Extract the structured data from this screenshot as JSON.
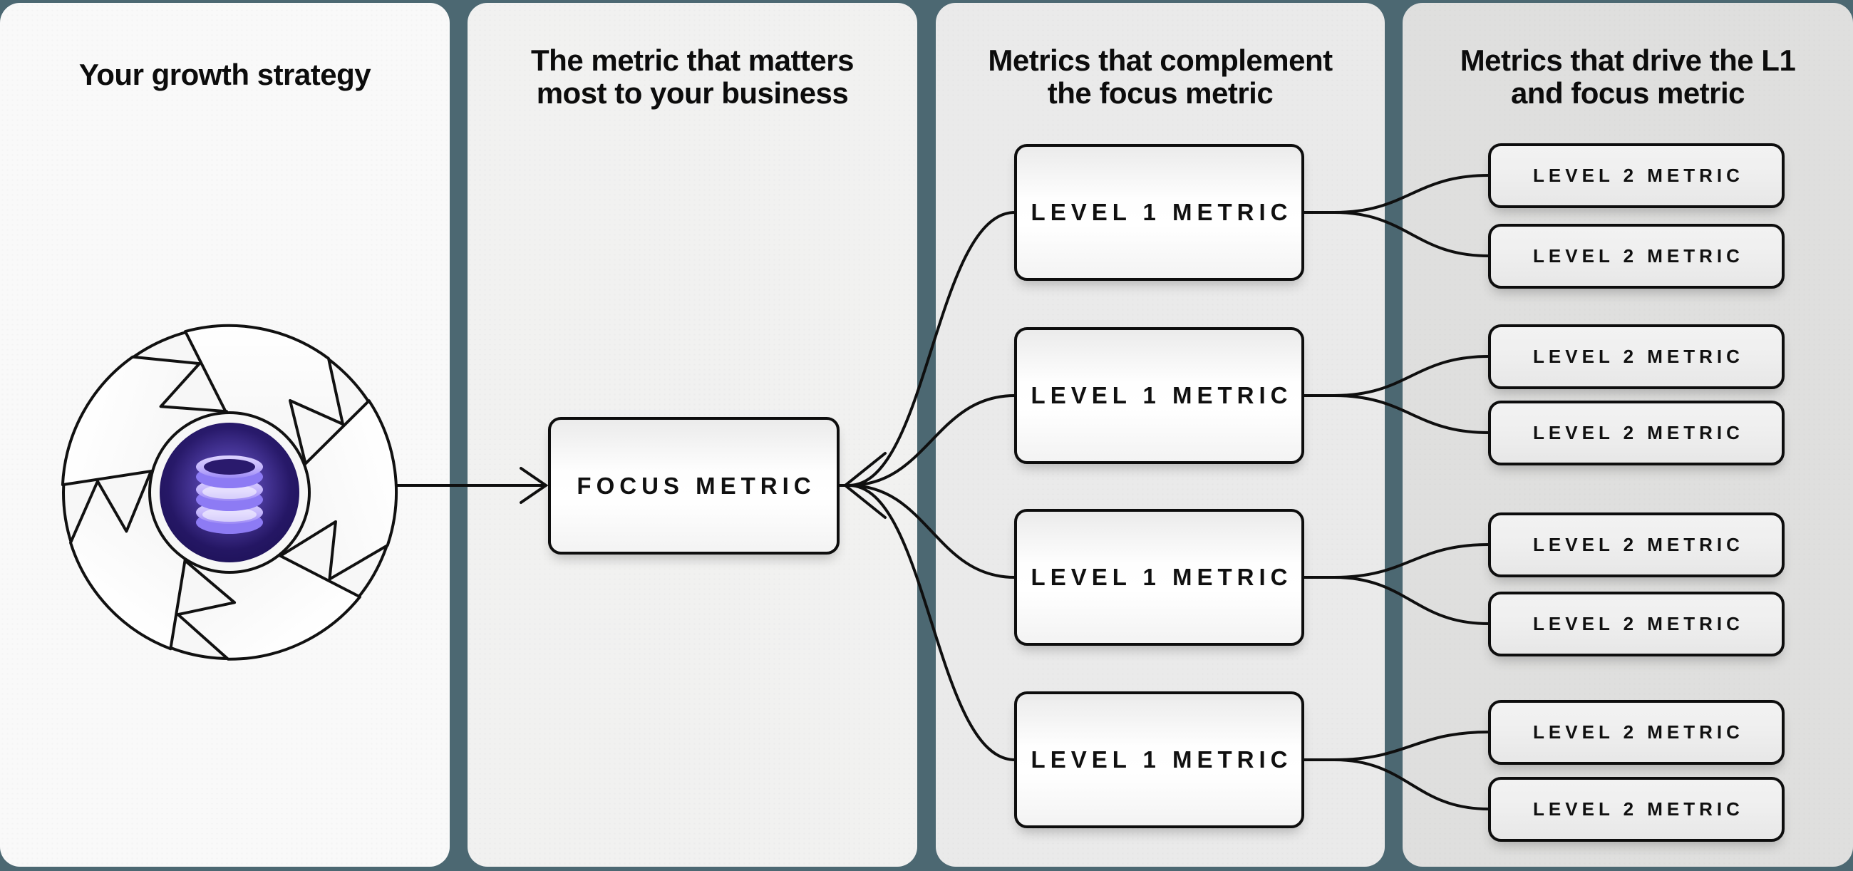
{
  "colors": {
    "background_teal": "#4c6872",
    "panel_strategy": "#f9f9f9",
    "panel_focus": "#f1f1f0",
    "panel_l1": "#eaeaea",
    "panel_l2": "#dfdfde",
    "line_black": "#0f0f0f",
    "box_border": "#0d0d0d",
    "flywheel_purple_dark": "#2a1b6e",
    "flywheel_purple_light": "#b3a3f9"
  },
  "panels": [
    {
      "id": "strategy",
      "title_lines": [
        "Your growth strategy"
      ]
    },
    {
      "id": "focus",
      "title_lines": [
        "The metric that matters",
        "most to your business"
      ]
    },
    {
      "id": "level1",
      "title_lines": [
        "Metrics that complement",
        "the focus metric"
      ]
    },
    {
      "id": "level2",
      "title_lines": [
        "Metrics that drive the L1",
        "and focus metric"
      ]
    }
  ],
  "boxes": {
    "focus_label": "FOCUS METRIC",
    "level1_labels": [
      "LEVEL 1 METRIC",
      "LEVEL 1 METRIC",
      "LEVEL 1 METRIC",
      "LEVEL 1 METRIC"
    ],
    "level2_labels": [
      "LEVEL 2 METRIC",
      "LEVEL 2 METRIC",
      "LEVEL 2 METRIC",
      "LEVEL 2 METRIC",
      "LEVEL 2 METRIC",
      "LEVEL 2 METRIC",
      "LEVEL 2 METRIC",
      "LEVEL 2 METRIC"
    ]
  },
  "icons": {
    "flywheel": "flywheel-database-icon"
  }
}
